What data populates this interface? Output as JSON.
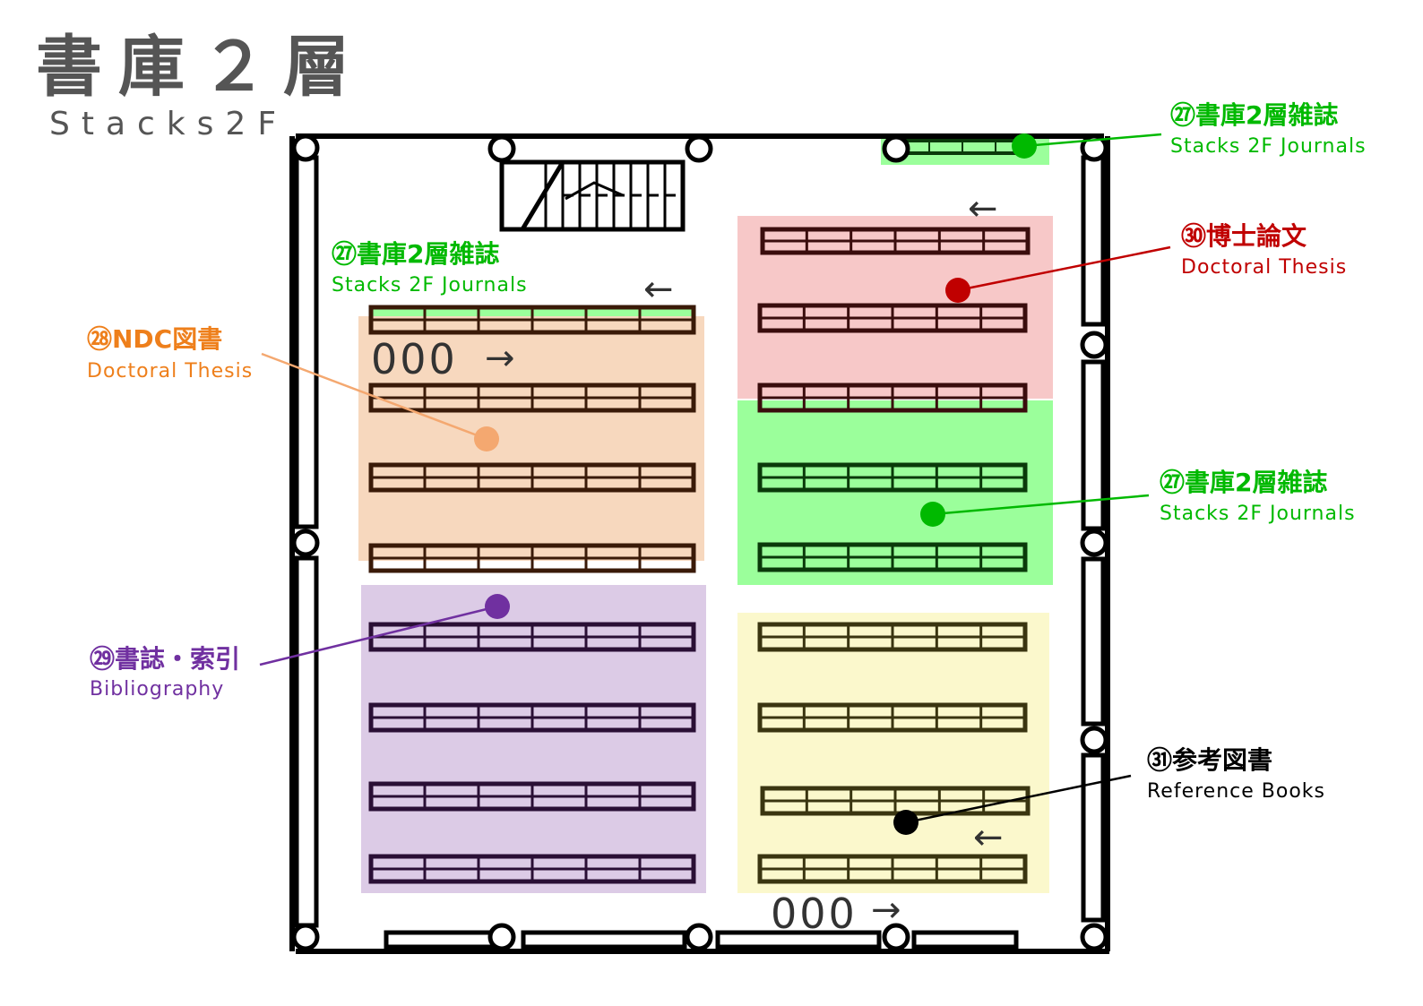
{
  "title": {
    "jp": "書庫２層",
    "en": "Stacks2F"
  },
  "colors": {
    "journals": "#00b900",
    "journals_fill": "#9bff9b",
    "ndc": "#ee7f1b",
    "ndc_fill": "#f7d8be",
    "thesis": "#c00000",
    "thesis_fill": "#f7c8c8",
    "bibliography": "#7030a0",
    "bibliography_fill": "#dccbe6",
    "reference": "#000000",
    "reference_fill": "#fbf8cc"
  },
  "labels": {
    "journals_top": {
      "jp": "㉗書庫2層雑誌",
      "en": "Stacks 2F Journals"
    },
    "journals_left": {
      "jp": "㉗書庫2層雑誌",
      "en": "Stacks 2F Journals"
    },
    "journals_right": {
      "jp": "㉗書庫2層雑誌",
      "en": "Stacks 2F Journals"
    },
    "ndc": {
      "jp": "㉘NDC図書",
      "en": "Doctoral Thesis"
    },
    "thesis": {
      "jp": "㉚博士論文",
      "en": "Doctoral Thesis"
    },
    "bibliography": {
      "jp": "㉙書誌・索引",
      "en": "Bibliography"
    },
    "reference": {
      "jp": "㉛参考図書",
      "en": "Reference Books"
    }
  },
  "call_numbers": {
    "left_start": "000",
    "right_start": "000"
  },
  "arrows": {
    "left": "←",
    "right": "→"
  },
  "icons": {
    "stairs": "stairs-icon",
    "pillar": "pillar-icon",
    "arrow": "direction-arrow-icon"
  }
}
